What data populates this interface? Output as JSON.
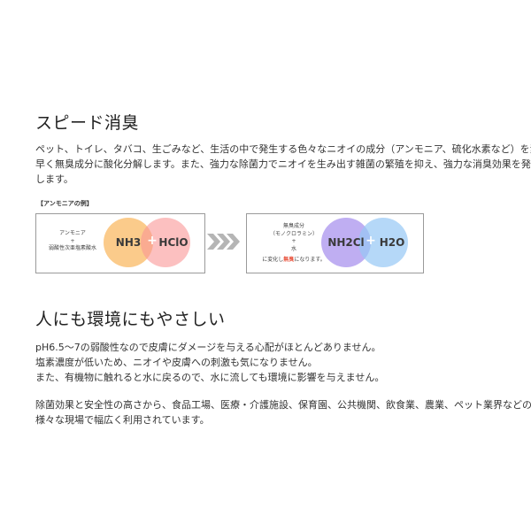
{
  "section1": {
    "title": "スピード消臭",
    "lines": [
      "ペット、トイレ、タバコ、生ごみなど、生活の中で発生する色々なニオイの成分（アンモニア、硫化水素など）を素",
      "早く無臭成分に酸化分解します。また、強力な除菌力でニオイを生み出す雑菌の繁殖を抑え、強力な消臭効果を発揮",
      "します。"
    ]
  },
  "example": {
    "label": "【アンモニアの例】",
    "left": {
      "line1": "アンモニア",
      "line2": "+",
      "line3": "弱酸性次亜塩素酸水",
      "chem_a": "NH3",
      "plus": "+",
      "chem_b": "HClO"
    },
    "right": {
      "line1": "無臭成分",
      "line2": "（モノクロラミン）",
      "line3": "+",
      "line4": "水",
      "bottom_pre": "に変化し",
      "bottom_em": "無臭",
      "bottom_post": "になります。",
      "chem_a": "NH2Cl",
      "plus": "+",
      "chem_b": "H2O"
    },
    "colors": {
      "arrow": "#b5b5b5",
      "accent_red": "#e8503a"
    }
  },
  "section2": {
    "title": "人にも環境にもやさしい",
    "lines": [
      "pH6.5～7の弱酸性なので皮膚にダメージを与える心配がほとんどありません。",
      "塩素濃度が低いため、ニオイや皮膚への刺激も気になりません。",
      "また、有機物に触れると水に戻るので、水に流しても環境に影響を与えません。"
    ],
    "lines2": [
      "除菌効果と安全性の高さから、食品工場、医療・介護施設、保育園、公共機関、飲食業、農業、ペット業界などの",
      "様々な現場で幅広く利用されています。"
    ]
  }
}
